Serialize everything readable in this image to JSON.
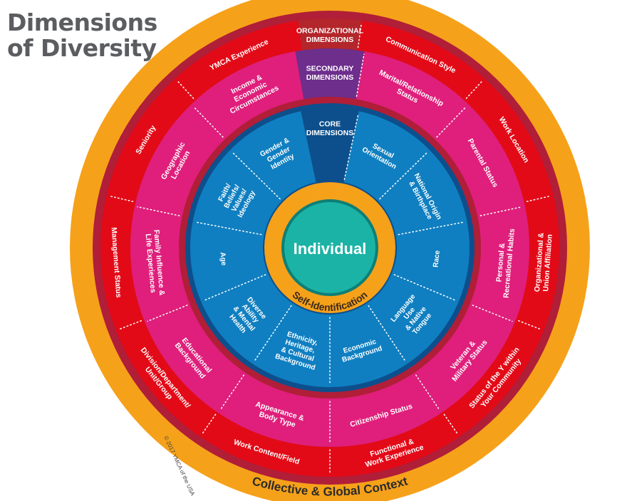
{
  "title": {
    "line1": "Dimensions",
    "line2": "of Diversity"
  },
  "center": {
    "label": "Individual",
    "ring_label": "Self-Identification"
  },
  "outer_context": "Collective & Global Context",
  "copyright": "© 2017 YMCA of the USA",
  "core": {
    "header": [
      "CORE",
      "DIMENSIONS"
    ],
    "items": [
      {
        "id": "sexual-orientation",
        "lines": [
          "Sexual",
          "Orientation"
        ]
      },
      {
        "id": "national-origin",
        "lines": [
          "National Origin",
          "& Birthplace"
        ]
      },
      {
        "id": "race",
        "lines": [
          "Race"
        ]
      },
      {
        "id": "language",
        "lines": [
          "Language",
          "Use",
          "& Native",
          "Tongue"
        ]
      },
      {
        "id": "economic-background",
        "lines": [
          "Economic",
          "Background"
        ]
      },
      {
        "id": "ethnicity",
        "lines": [
          "Ethnicity,",
          "Heritage,",
          "& Cultural",
          "Background"
        ]
      },
      {
        "id": "ability",
        "lines": [
          "Diverse",
          "Ability",
          "& Mental",
          "Health"
        ]
      },
      {
        "id": "age",
        "lines": [
          "Age"
        ]
      },
      {
        "id": "faith",
        "lines": [
          "Faith/",
          "Beliefs/",
          "Values/",
          "Ideology"
        ]
      },
      {
        "id": "gender",
        "lines": [
          "Gender &",
          "Gender",
          "Identity"
        ]
      }
    ]
  },
  "secondary": {
    "header": [
      "SECONDARY",
      "DIMENSIONS"
    ],
    "items": [
      {
        "id": "marital-status",
        "lines": [
          "Marital/Relationship",
          "Status"
        ]
      },
      {
        "id": "parental-status",
        "lines": [
          "Parental Status"
        ]
      },
      {
        "id": "recreational-habits",
        "lines": [
          "Personal &",
          "Recreational Habits"
        ]
      },
      {
        "id": "military-status",
        "lines": [
          "Veteran &",
          "Military Status"
        ]
      },
      {
        "id": "citizenship-status",
        "lines": [
          "Citizenship Status"
        ]
      },
      {
        "id": "appearance",
        "lines": [
          "Appearance &",
          "Body Type"
        ]
      },
      {
        "id": "educational-background",
        "lines": [
          "Educational",
          "Background"
        ]
      },
      {
        "id": "family-influence",
        "lines": [
          "Family Influence &",
          "Life Experiences"
        ]
      },
      {
        "id": "geographic-location",
        "lines": [
          "Geographic",
          "Location"
        ]
      },
      {
        "id": "income",
        "lines": [
          "Income &",
          "Economic",
          "Circumstances"
        ]
      }
    ]
  },
  "organizational": {
    "header": [
      "ORGANIZATIONAL",
      "DIMENSIONS"
    ],
    "items": [
      {
        "id": "communication-style",
        "lines": [
          "Communication Style"
        ]
      },
      {
        "id": "work-location",
        "lines": [
          "Work Location"
        ]
      },
      {
        "id": "union-affiliation",
        "lines": [
          "Organizational &",
          "Union Affiliation"
        ]
      },
      {
        "id": "status-of-y",
        "lines": [
          "Status of the Y within",
          "Your Community"
        ]
      },
      {
        "id": "functional-experience",
        "lines": [
          "Functional &",
          "Work Experience"
        ]
      },
      {
        "id": "work-content",
        "lines": [
          "Work Content/Field"
        ]
      },
      {
        "id": "division",
        "lines": [
          "Division/Department/",
          "Unit/Group"
        ]
      },
      {
        "id": "management-status",
        "lines": [
          "Management Status"
        ]
      },
      {
        "id": "seniority",
        "lines": [
          "Seniority"
        ]
      },
      {
        "id": "ymca-experience",
        "lines": [
          "YMCA Experience"
        ]
      }
    ]
  },
  "colors": {
    "outer_ring": "#f6a11a",
    "organizational": "#e30a17",
    "organizational_border": "#b01e38",
    "org_header": "#b3262b",
    "secondary": "#df1f7b",
    "secondary_header": "#6d2e8c",
    "core": "#0f7fc1",
    "core_border": "#0d4f8c",
    "core_header": "#0d4f8c",
    "self_identification": "#f6a11a",
    "individual": "#1bb3a5",
    "individual_border": "#0e7f76",
    "text": "#ffffff",
    "title": "#5b5d60"
  }
}
